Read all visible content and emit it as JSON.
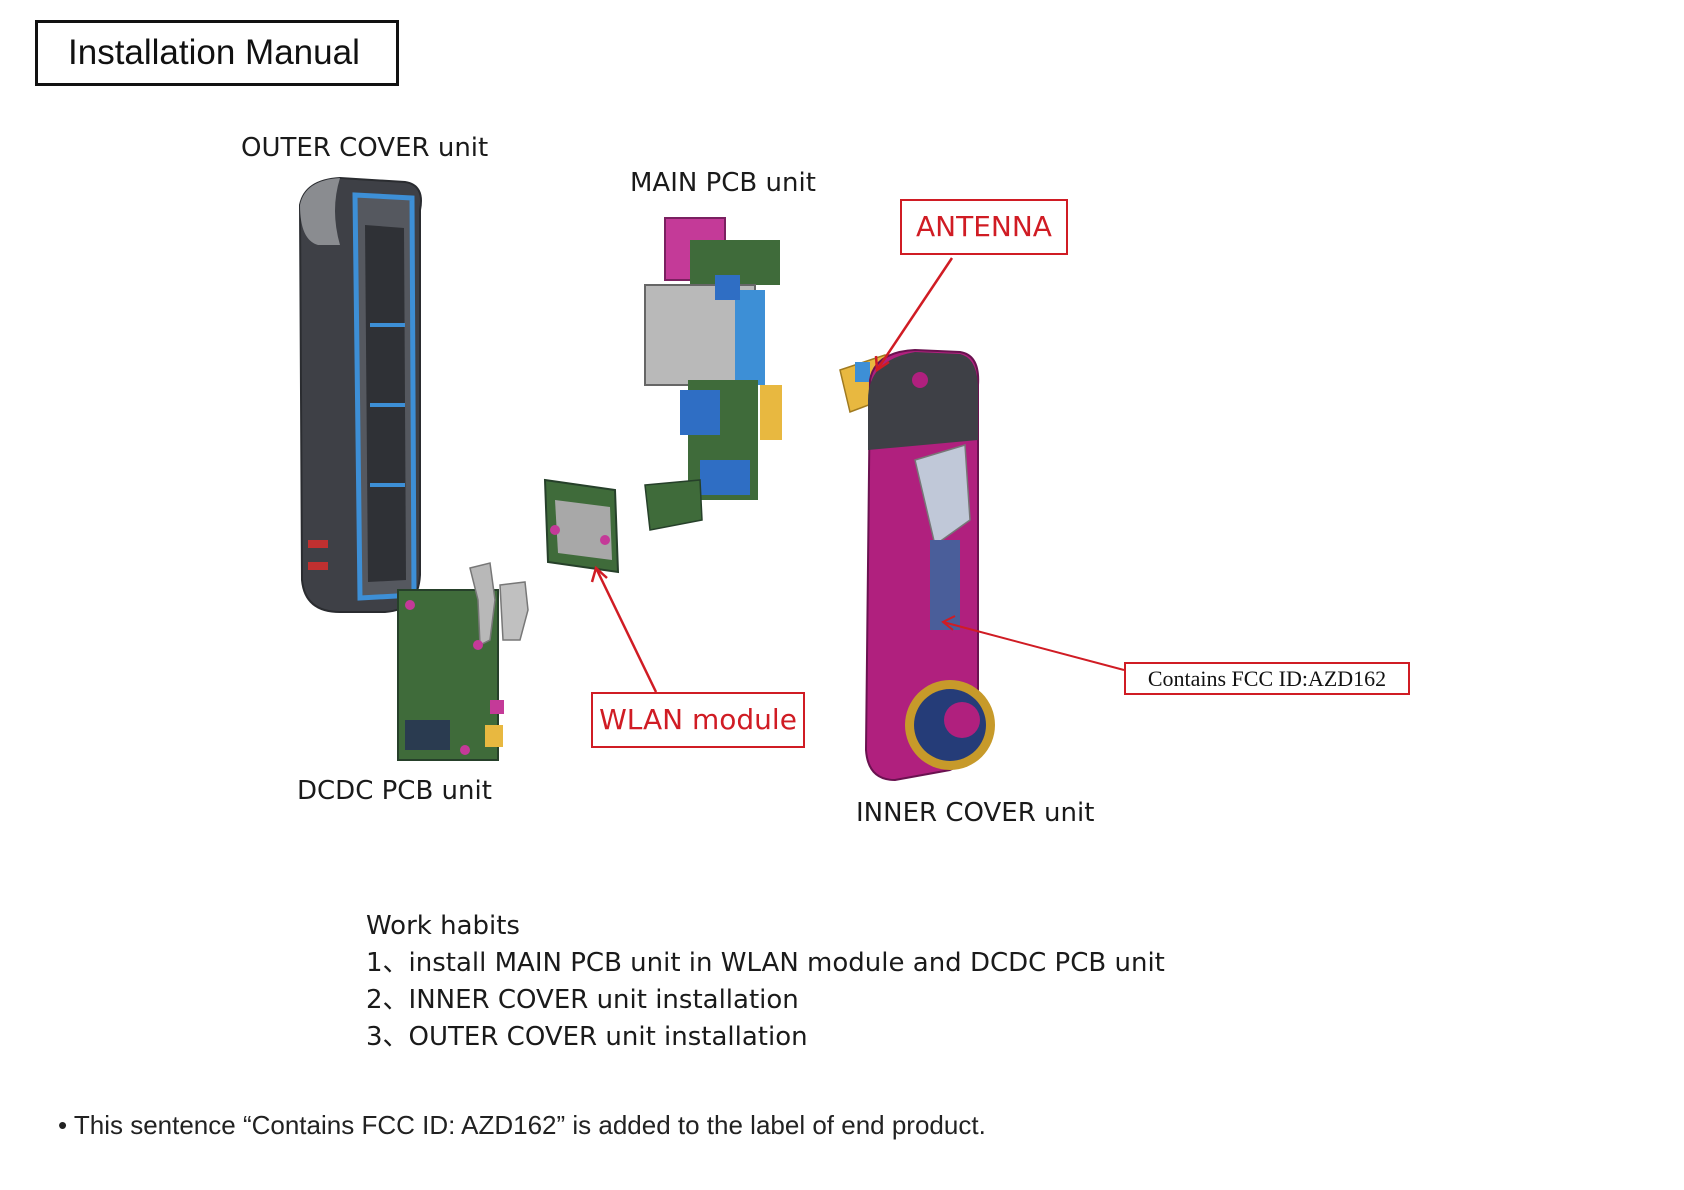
{
  "title": "Installation Manual",
  "labels": {
    "outer_cover": "OUTER COVER unit",
    "main_pcb": "MAIN PCB unit",
    "dcdc_pcb": "DCDC PCB unit",
    "inner_cover": "INNER COVER unit"
  },
  "callouts": {
    "antenna": "ANTENNA",
    "wlan_module": "WLAN module",
    "fcc_id": "Contains FCC ID:AZD162"
  },
  "work_habits": {
    "heading": "Work habits",
    "steps": [
      "1、install MAIN PCB unit in WLAN module and DCDC PCB unit",
      "2、INNER COVER unit installation",
      "3、OUTER COVER unit installation"
    ]
  },
  "footnote": "• This sentence “Contains FCC ID: AZD162” is added to the label of end product.",
  "colors": {
    "callout_red": "#d01c24",
    "cover_gray": "#3e4046",
    "cover_blue_edge": "#3d8fd6",
    "inner_magenta": "#b0207e",
    "pcb_green": "#3f6b3a",
    "connector_pink": "#c43a98",
    "gear_navy": "#253c78",
    "bracket_yellow": "#e8b840"
  }
}
